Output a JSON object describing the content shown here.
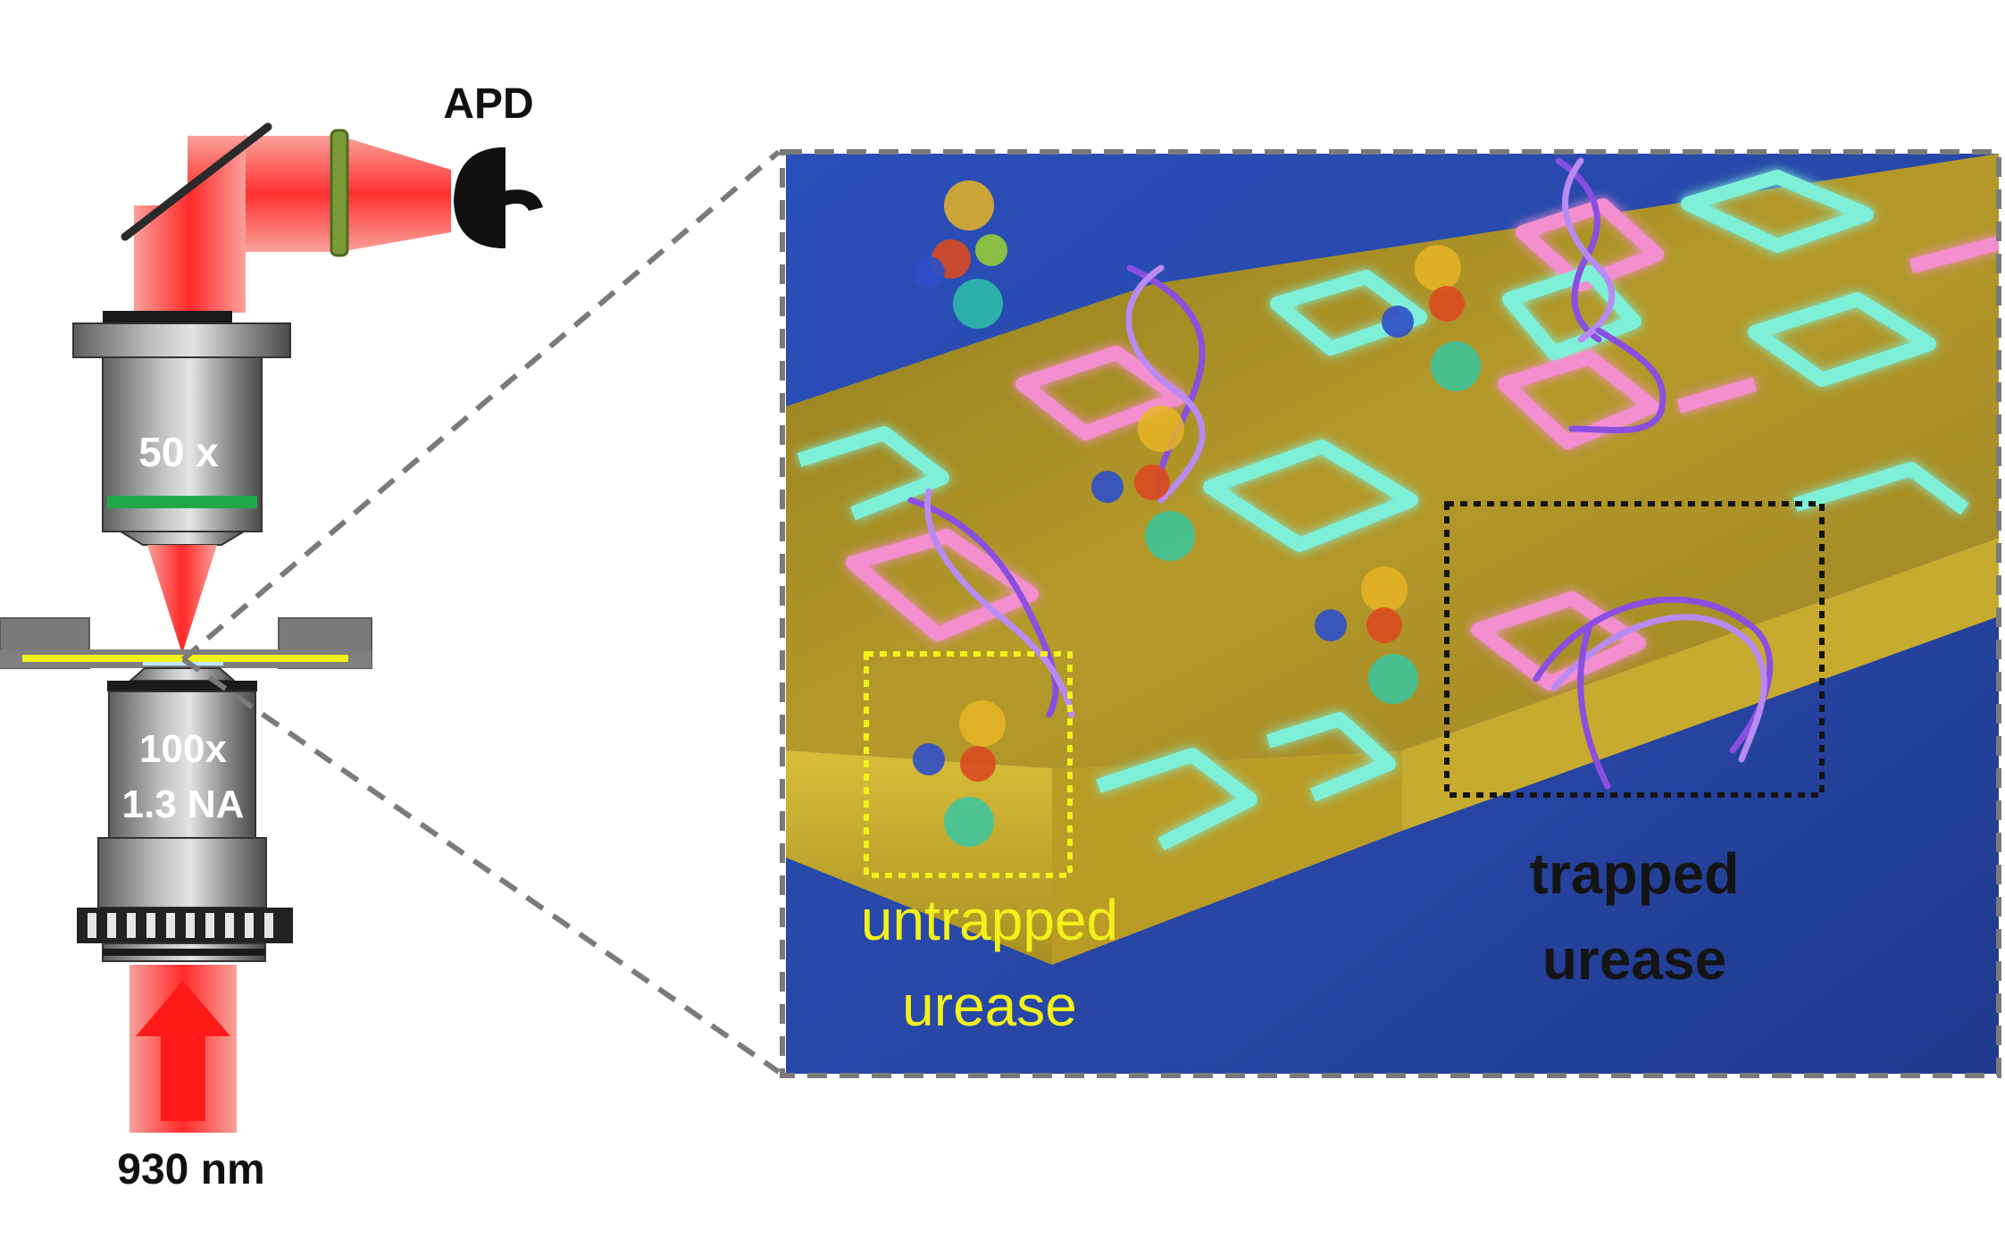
{
  "labels": {
    "apd": "APD",
    "objective_top": "50 x",
    "objective_bottom_mag": "100x",
    "objective_bottom_na": "1.3 NA",
    "wavelength": "930 nm",
    "untrapped_line1": "untrapped",
    "untrapped_line2": "urease",
    "trapped_line1": "trapped",
    "trapped_line2": "urease"
  },
  "colors": {
    "beam": "#ff3b3b",
    "beam_light": "#f98a82",
    "objective_gray": "#8c8c8c",
    "panel_blue": "#2446a8",
    "gold": "#b89a28",
    "pink": "#f38fcf",
    "cyan": "#7ff0d8",
    "untrapped_yellow": "#f2f21a",
    "trapped_black": "#141414",
    "dash_gray": "#7a7a7a"
  },
  "icons": {
    "detector": "apd-detector-icon",
    "mirror": "mirror-icon",
    "lens": "lens-icon",
    "arrow": "arrow-up-icon"
  }
}
